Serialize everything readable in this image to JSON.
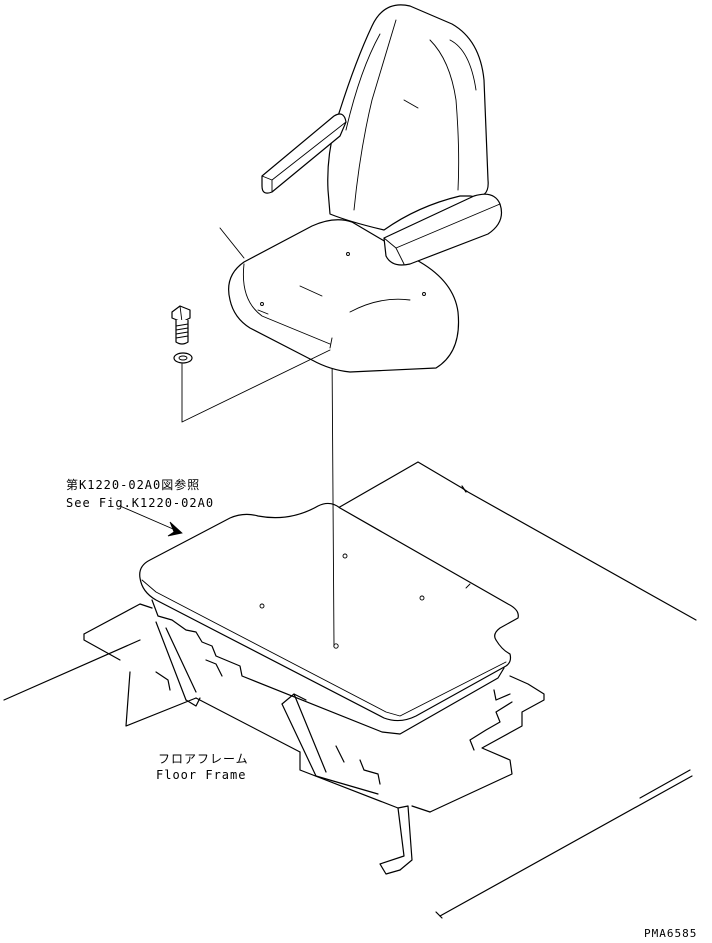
{
  "reference_note": {
    "jp": "第K1220-02A0図参照",
    "en": "See Fig.K1220-02A0"
  },
  "floor_frame": {
    "jp": "フロアフレーム",
    "en": "Floor Frame"
  },
  "drawing_code": "PMA6585"
}
